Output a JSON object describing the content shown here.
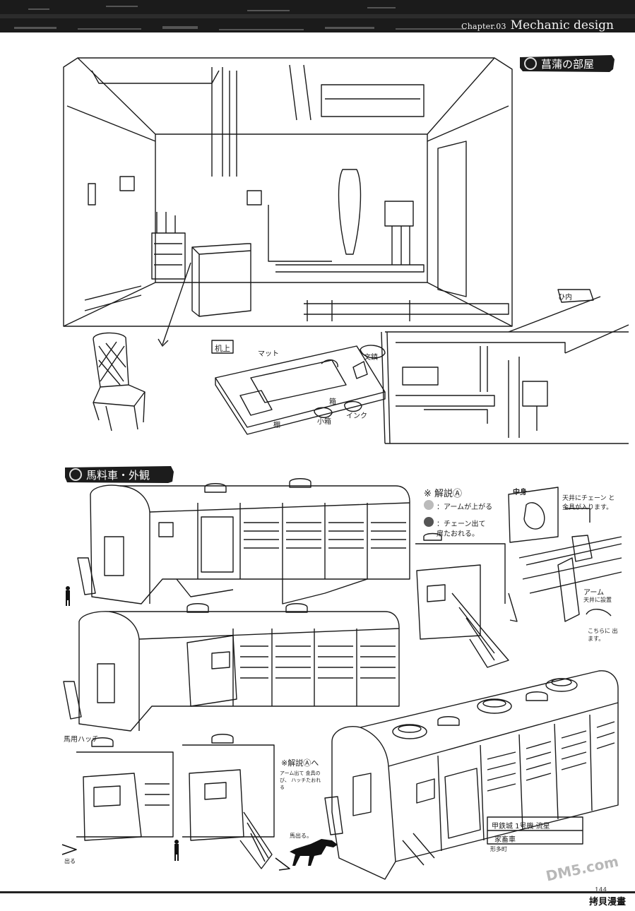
{
  "header": {
    "chapter_num": "Chapter.03",
    "chapter_title": "Mechanic design"
  },
  "sections": [
    {
      "label": "菖蒲の部屋"
    },
    {
      "label": "馬料車・外観"
    }
  ],
  "annotations": {
    "room_right": "ひ内",
    "desk_title": "机上",
    "desk_mat": "マット",
    "desk_cabinet": "棚",
    "desk_box": "小箱",
    "desk_ink": "インク",
    "desk_box2": "箱",
    "desk_tool": "文鎮",
    "exp_title": "※ 解説Ⓐ",
    "exp_1": "：アームが上がる",
    "exp_2": "：チェーン出て",
    "exp_2b": "扉たおれる。",
    "detail_title": "中身",
    "detail_note": "天井にチェーン と金具が入ります。",
    "arm_label": "アーム",
    "arm_note": "天井に設置",
    "arm_dir": "こちらに 出ます。",
    "hatch_label": "馬用ハッチ",
    "exp_ref": "※解説Ⓐへ",
    "exp_ref_note": "アーム出て 金具のび、 ハッチたおれる",
    "horse_note": "馬出る。",
    "out_label": "出る",
    "caption_l1": "甲鉄城 1号機 流星",
    "caption_l2": "家畜車",
    "caption_l3": "形多町"
  },
  "footer": {
    "page": "144",
    "watermark": "拷貝漫畫",
    "wm_site": "DM5.com"
  }
}
